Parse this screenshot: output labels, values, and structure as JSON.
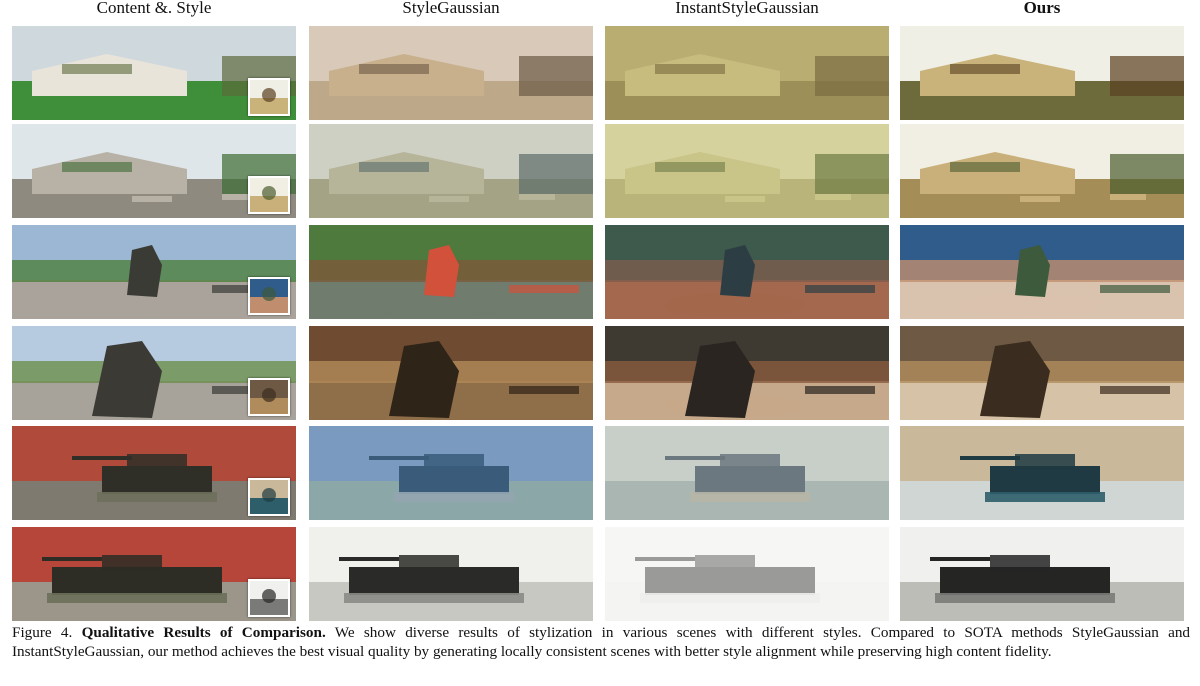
{
  "columns": [
    {
      "label": "Content &. Style",
      "bold": false
    },
    {
      "label": "StyleGaussian",
      "bold": false
    },
    {
      "label": "InstantStyleGaussian",
      "bold": false
    },
    {
      "label": "Ours",
      "bold": true
    }
  ],
  "rows": [
    {
      "scene": "house-front",
      "style_icon": "sketch-style-thumbnail"
    },
    {
      "scene": "courtyard-with-tables",
      "style_icon": "painting-style-thumbnail"
    },
    {
      "scene": "statue-garden",
      "style_icon": "flower-mosaic-style-thumbnail"
    },
    {
      "scene": "statue-closeup",
      "style_icon": "brown-painting-style-thumbnail"
    },
    {
      "scene": "tank-front",
      "style_icon": "seascape-style-thumbnail"
    },
    {
      "scene": "tank-side",
      "style_icon": "portrait-sketch-style-thumbnail"
    }
  ],
  "caption": {
    "figure_label": "Figure 4.",
    "title": "Qualitative Results of Comparison.",
    "body": "We show diverse results of stylization in various scenes with different styles. Compared to SOTA methods StyleGaussian and InstantStyleGaussian, our method achieves the best visual quality by generating locally consistent scenes with better style alignment while preserving high content fidelity."
  }
}
